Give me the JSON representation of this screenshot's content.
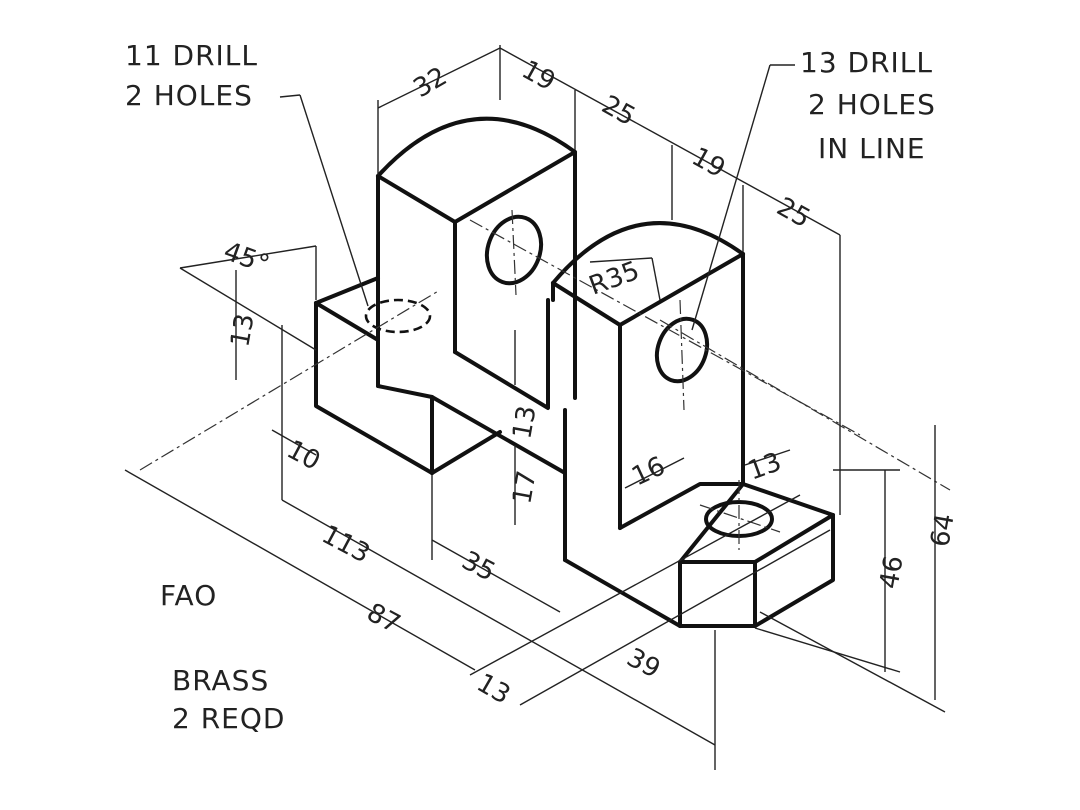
{
  "notes": {
    "drill11_line1": "11 DRILL",
    "drill11_line2": "2 HOLES",
    "drill13_line1": "13 DRILL",
    "drill13_line2": "2 HOLES",
    "drill13_line3": "IN LINE",
    "fao": "FAO",
    "material": "BRASS",
    "quantity": "2 REQD"
  },
  "dimensions": {
    "d32": "32",
    "d19a": "19",
    "d25a": "25",
    "d19b": "19",
    "d25b": "25",
    "angle45": "45°",
    "d13_left": "13",
    "d10": "10",
    "d113": "113",
    "d35": "35",
    "d87": "87",
    "d13_bottom": "13",
    "d39": "39",
    "d13_slot": "13",
    "d17": "17",
    "r35": "R35",
    "d16": "16",
    "d13_right": "13",
    "d46": "46",
    "d64": "64"
  }
}
